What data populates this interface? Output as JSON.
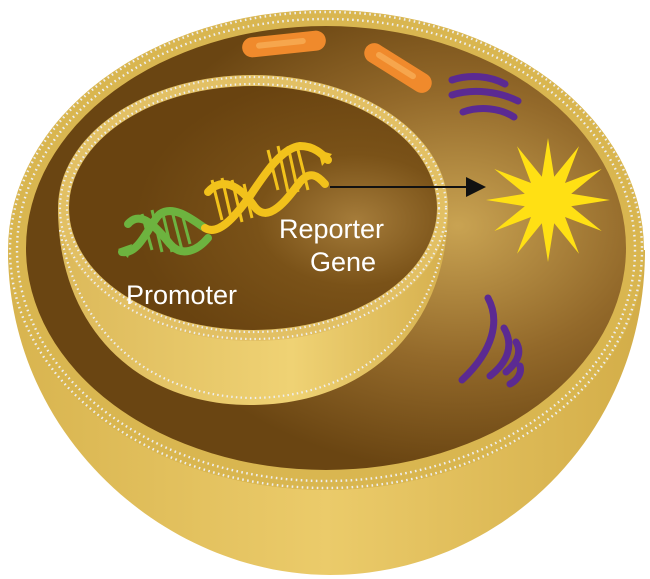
{
  "labels": {
    "promoter": "Promoter",
    "reporter_line1": "Reporter",
    "reporter_line2": "Gene"
  },
  "colors": {
    "cell_outer": "#e4c35e",
    "cell_dark": "#6b4612",
    "cytoplasm_light": "#c29a4a",
    "nucleus_wall": "#e8c969",
    "membrane_dots": "#e9e9e9",
    "promoter_dna": "#6db33f",
    "reporter_dna": "#f2c21b",
    "signal_star": "#ffe014",
    "mitochondria": "#f08a2c",
    "golgi": "#5b2a92",
    "label_text": "#ffffff",
    "arrow": "#111111"
  },
  "icons": {
    "signal": "star-burst-icon",
    "arrow": "arrow-right-icon"
  }
}
